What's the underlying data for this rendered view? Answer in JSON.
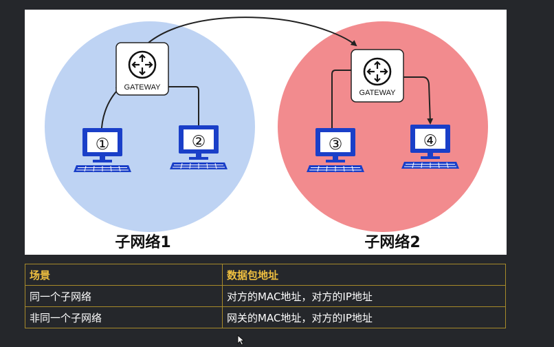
{
  "subnets": [
    {
      "label": "子网络1",
      "color": "#bed3f3",
      "gateway_label": "GATEWAY",
      "hosts": [
        "①",
        "②"
      ]
    },
    {
      "label": "子网络2",
      "color": "#f28b8e",
      "gateway_label": "GATEWAY",
      "hosts": [
        "③",
        "④"
      ]
    }
  ],
  "colors": {
    "computer": "#1a3fc8",
    "border": "#a88b2a",
    "header_text": "#f0c040"
  },
  "table": {
    "headers": [
      "场景",
      "数据包地址"
    ],
    "rows": [
      [
        "同一个子网络",
        "对方的MAC地址，对方的IP地址"
      ],
      [
        "非同一个子网络",
        "网关的MAC地址，对方的IP地址"
      ]
    ]
  }
}
